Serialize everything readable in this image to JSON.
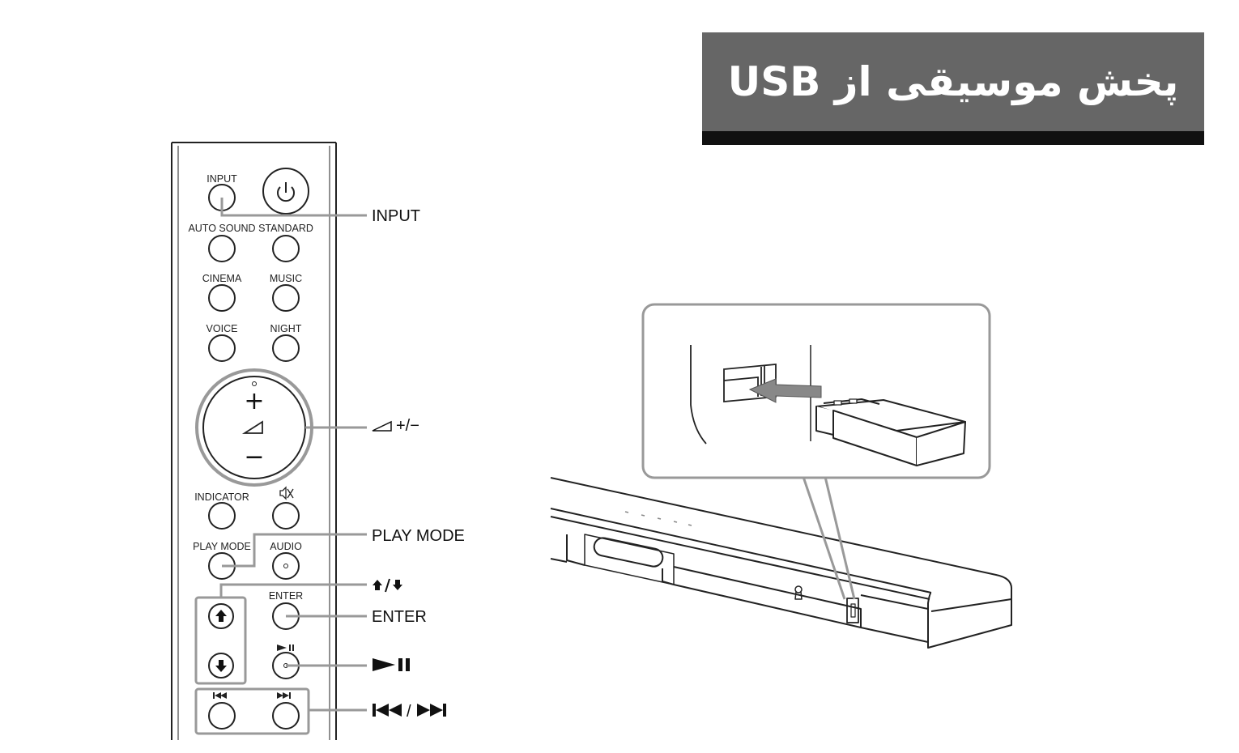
{
  "banner": {
    "title": "پخش موسیقی از USB",
    "background_color": "#666666",
    "bar_color": "#111111"
  },
  "remote": {
    "buttons": {
      "input": "INPUT",
      "auto_sound": "AUTO SOUND",
      "standard": "STANDARD",
      "cinema": "CINEMA",
      "music": "MUSIC",
      "voice": "VOICE",
      "night": "NIGHT",
      "indicator": "INDICATOR",
      "play_mode": "PLAY MODE",
      "audio": "AUDIO",
      "enter": "ENTER"
    },
    "volume": {
      "plus": "+",
      "minus": "−"
    }
  },
  "callouts": {
    "input": "INPUT",
    "volume": "+/−",
    "play_mode": "PLAY MODE",
    "up_down": "↑/↓",
    "enter": "ENTER",
    "play_pause": "►II",
    "prev_next_separator": "/"
  },
  "icons": [
    "power-icon",
    "mute-icon",
    "volume-triangle-icon",
    "up-arrow-icon",
    "down-arrow-icon",
    "play-pause-icon",
    "previous-track-icon",
    "next-track-icon",
    "usb-stick-icon",
    "soundbar-icon"
  ]
}
